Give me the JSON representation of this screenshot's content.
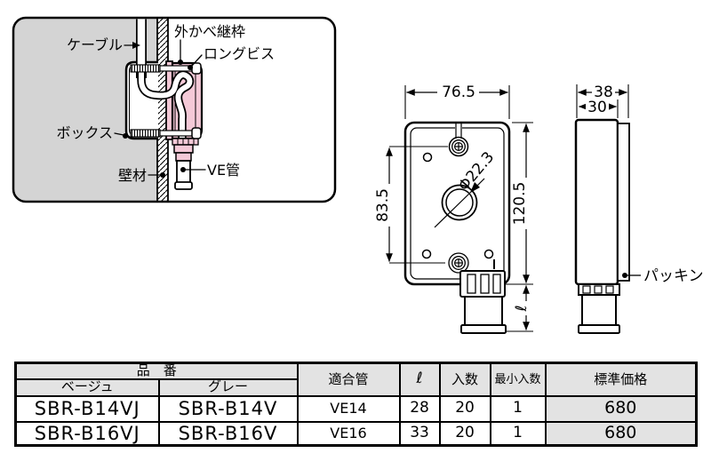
{
  "installation": {
    "labels": {
      "cable": "ケーブル",
      "frame": "外かべ継枠",
      "screw": "ロングビス",
      "box": "ボックス",
      "wall": "壁材",
      "pipe": "VE管"
    }
  },
  "front_view": {
    "dim_width": "76.5",
    "dim_screw_span": "83.5",
    "dim_height": "120.5",
    "dim_hole": "Φ22.3",
    "dim_l": "ℓ"
  },
  "side_view": {
    "dim_depth": "38",
    "dim_body_depth": "30",
    "label_packing": "パッキン"
  },
  "table": {
    "headers": {
      "part_number": "品　番",
      "beige": "ベージュ",
      "gray": "グレー",
      "pipe": "適合管",
      "l": "ℓ",
      "qty": "入数",
      "min_qty": "最小入数",
      "price": "標準価格"
    },
    "rows": [
      {
        "beige": "SBR-B14VJ",
        "gray": "SBR-B14V",
        "pipe": "VE14",
        "l": "28",
        "qty": "20",
        "min_qty": "1",
        "price": "680"
      },
      {
        "beige": "SBR-B16VJ",
        "gray": "SBR-B16V",
        "pipe": "VE16",
        "l": "33",
        "qty": "20",
        "min_qty": "1",
        "price": "680"
      }
    ]
  },
  "colors": {
    "pink": "#f4c9d7",
    "interior_gray": "#d4d4d4",
    "header_gray": "#e3e3e3"
  }
}
